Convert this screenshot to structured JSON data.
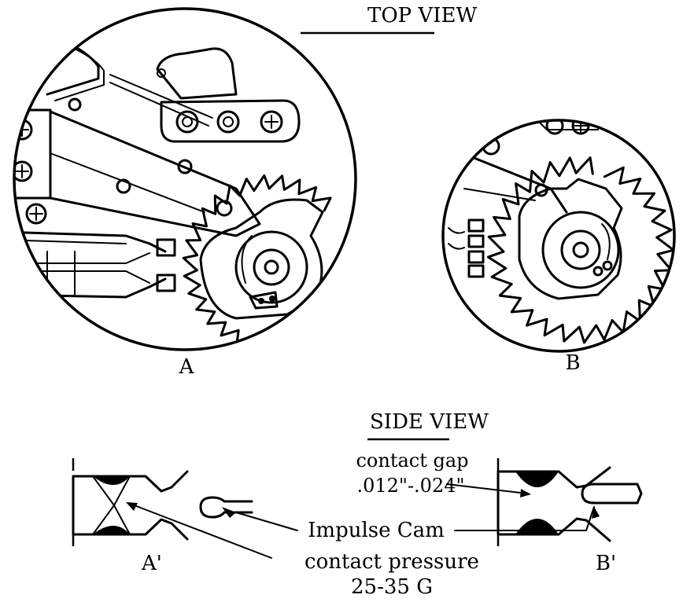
{
  "top_heading": "TOP VIEW",
  "side_heading": "SIDE VIEW",
  "label_a": "A",
  "label_b": "B",
  "label_a_prime": "A'",
  "label_b_prime": "B'",
  "gap_label_line1": "contact gap",
  "gap_label_line2": ".012\"-.024\"",
  "impulse_cam_label": "Impulse Cam",
  "pressure_label_line1": "contact pressure",
  "pressure_label_line2": "25-35 G"
}
